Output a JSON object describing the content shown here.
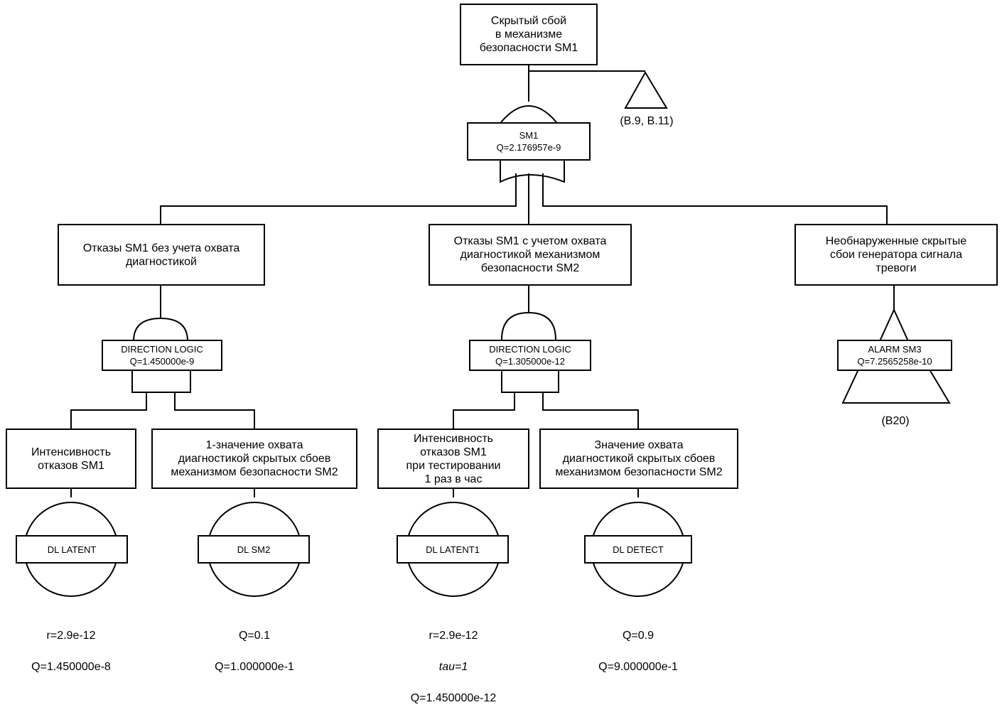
{
  "top_event": {
    "label": "Скрытый сбой\nв механизме\nбезопасности SM1",
    "transfer_ref": "(B.9, B.11)"
  },
  "gate_sm1": {
    "name": "SM1",
    "q": "Q=2.176957e-9"
  },
  "branch_left": {
    "label": "Отказы SM1 без учета охвата\nдиагностикой",
    "gate": {
      "name": "DIRECTION LOGIC",
      "q": "Q=1.450000e-9"
    },
    "events": [
      {
        "label": "Интенсивность\nотказов SM1",
        "id": "DL LATENT",
        "values": [
          "r=2.9e-12",
          "Q=1.450000e-8"
        ]
      },
      {
        "label": "1-значение охвата\nдиагностикой скрытых сбоев\nмеханизмом безопасности SM2",
        "id": "DL SM2",
        "values": [
          "Q=0.1",
          "Q=1.000000e-1"
        ]
      }
    ]
  },
  "branch_middle": {
    "label": "Отказы SM1 с учетом охвата\nдиагностикой механизмом\nбезопасности SM2",
    "gate": {
      "name": "DIRECTION LOGIC",
      "q": "Q=1.305000e-12"
    },
    "events": [
      {
        "label": "Интенсивность\nотказов SM1\nпри тестировании\n1 раз в час",
        "id": "DL LATENT1",
        "values": [
          "r=2.9e-12",
          "tau=1",
          "Q=1.450000e-12"
        ]
      },
      {
        "label": "Значение охвата\nдиагностикой скрытых сбоев\nмеханизмом безопасности SM2",
        "id": "DL DETECT",
        "values": [
          "Q=0.9",
          "Q=9.000000e-1"
        ]
      }
    ]
  },
  "branch_right": {
    "label": "Необнаруженные скрытые\nсбои генератора сигнала\nтревоги",
    "gate": {
      "name": "ALARM SM3",
      "q": "Q=7.2565258e-10"
    },
    "transfer_ref": "(B20)"
  }
}
